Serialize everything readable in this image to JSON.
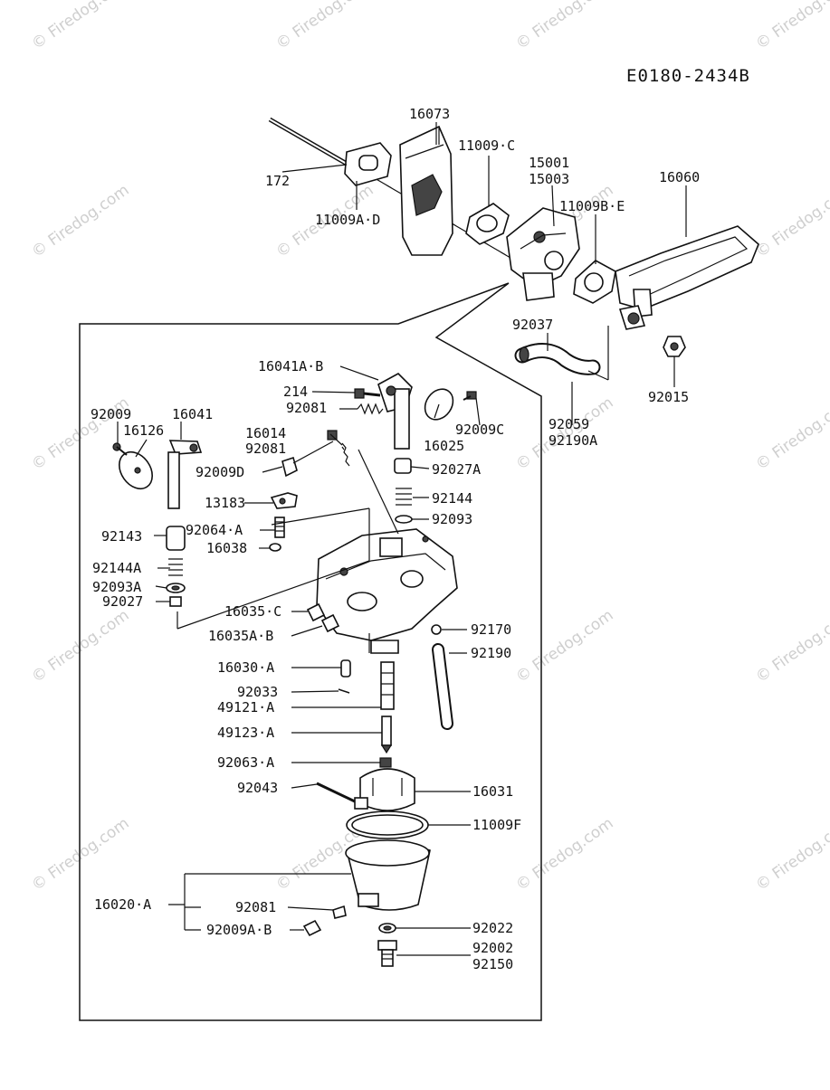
{
  "diagram_code": "E0180-2434B",
  "watermark_text": "© Firedog.com",
  "callouts": [
    {
      "id": "172",
      "text": "172"
    },
    {
      "id": "16073",
      "text": "16073"
    },
    {
      "id": "11009C",
      "text": "11009·C"
    },
    {
      "id": "11009AD",
      "text": "11009A·D"
    },
    {
      "id": "15001",
      "text": "15001"
    },
    {
      "id": "15003",
      "text": "15003"
    },
    {
      "id": "16060",
      "text": "16060"
    },
    {
      "id": "11009BE",
      "text": "11009B·E"
    },
    {
      "id": "92037",
      "text": "92037"
    },
    {
      "id": "92015",
      "text": "92015"
    },
    {
      "id": "92059",
      "text": "92059"
    },
    {
      "id": "92190A",
      "text": "92190A"
    },
    {
      "id": "16041AB",
      "text": "16041A·B"
    },
    {
      "id": "214",
      "text": "214"
    },
    {
      "id": "92081a",
      "text": "92081"
    },
    {
      "id": "92009C",
      "text": "92009C"
    },
    {
      "id": "16014",
      "text": "16014"
    },
    {
      "id": "92081b",
      "text": "92081"
    },
    {
      "id": "16025",
      "text": "16025"
    },
    {
      "id": "92009",
      "text": "92009"
    },
    {
      "id": "16041",
      "text": "16041"
    },
    {
      "id": "16126",
      "text": "16126"
    },
    {
      "id": "92009D",
      "text": "92009D"
    },
    {
      "id": "92027A",
      "text": "92027A"
    },
    {
      "id": "92144",
      "text": "92144"
    },
    {
      "id": "13183",
      "text": "13183"
    },
    {
      "id": "92093",
      "text": "92093"
    },
    {
      "id": "92143",
      "text": "92143"
    },
    {
      "id": "92064A",
      "text": "92064·A"
    },
    {
      "id": "16038",
      "text": "16038"
    },
    {
      "id": "92144A",
      "text": "92144A"
    },
    {
      "id": "92093A",
      "text": "92093A"
    },
    {
      "id": "92027",
      "text": "92027"
    },
    {
      "id": "16035C",
      "text": "16035·C"
    },
    {
      "id": "16035AB",
      "text": "16035A·B"
    },
    {
      "id": "92170",
      "text": "92170"
    },
    {
      "id": "92190",
      "text": "92190"
    },
    {
      "id": "16030A",
      "text": "16030·A"
    },
    {
      "id": "92033",
      "text": "92033"
    },
    {
      "id": "49121A",
      "text": "49121·A"
    },
    {
      "id": "49123A",
      "text": "49123·A"
    },
    {
      "id": "92063A",
      "text": "92063·A"
    },
    {
      "id": "92043",
      "text": "92043"
    },
    {
      "id": "16031",
      "text": "16031"
    },
    {
      "id": "11009F",
      "text": "11009F"
    },
    {
      "id": "16020A",
      "text": "16020·A"
    },
    {
      "id": "92081c",
      "text": "92081"
    },
    {
      "id": "92009AB",
      "text": "92009A·B"
    },
    {
      "id": "92022",
      "text": "92022"
    },
    {
      "id": "92002",
      "text": "92002"
    },
    {
      "id": "92150",
      "text": "92150"
    }
  ]
}
